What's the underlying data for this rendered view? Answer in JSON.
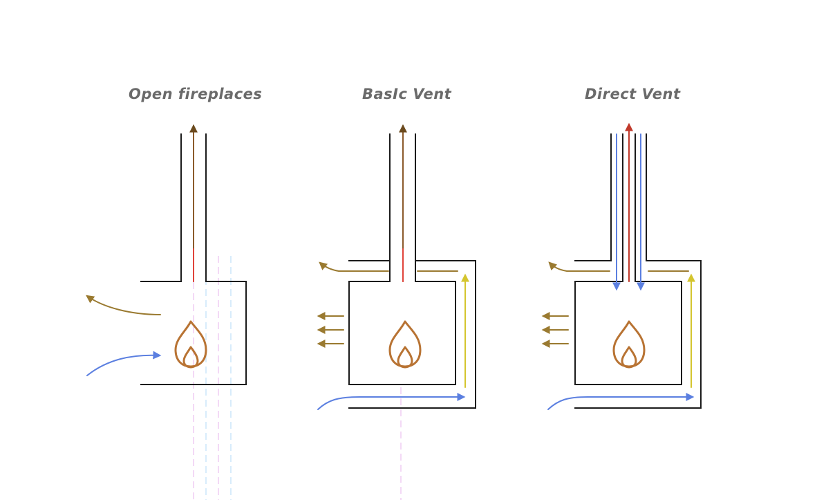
{
  "titles": {
    "open": "Open fireplaces",
    "basic": "BasIc Vent",
    "direct": "Direct Vent"
  },
  "colors": {
    "wall": "#1a1a1a",
    "exhaust": "#8b5a2b",
    "exhaust_red": "#e0433a",
    "cold_air": "#5b7fe0",
    "warm_air": "#9a7a30",
    "hot_path": "#d4c52e",
    "flame": "#b87333"
  },
  "icons": [
    "flame-icon"
  ]
}
